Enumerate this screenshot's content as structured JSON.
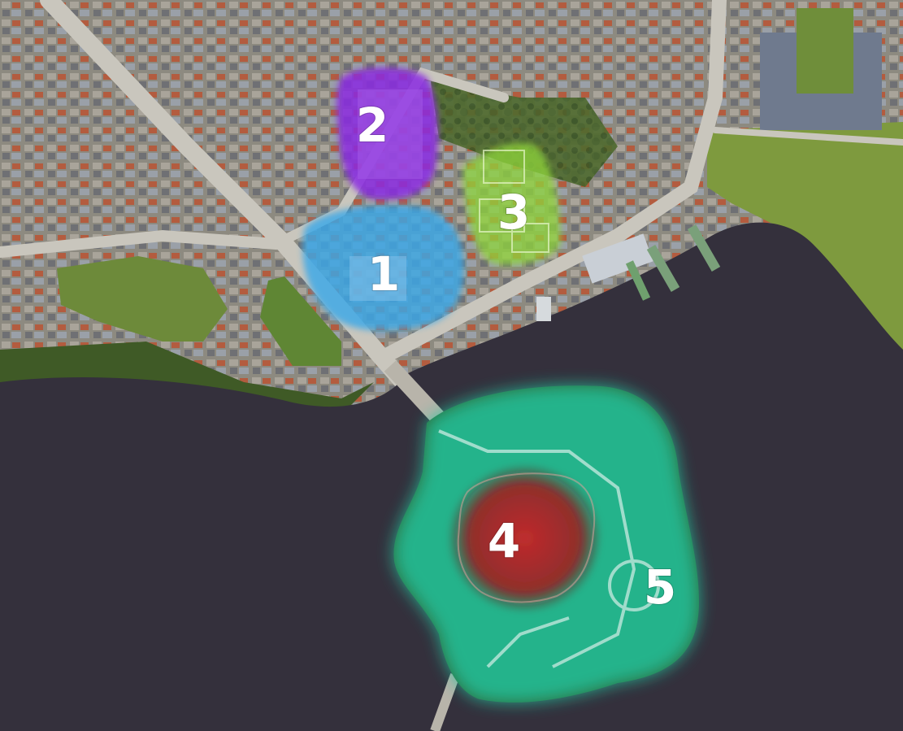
{
  "map": {
    "colors": {
      "water": "#34303c",
      "land_urban": "#8b8a80",
      "park": "#6e8c3c",
      "zone_1": "#3aa8e8",
      "zone_2": "#8a2be2",
      "zone_3": "#8fd63a",
      "zone_4": "#c0181c",
      "zone_5": "#23c6a0"
    },
    "zones": [
      {
        "id": "zone-1",
        "label": "1",
        "color": "#3aa8e8"
      },
      {
        "id": "zone-2",
        "label": "2",
        "color": "#8a2be2"
      },
      {
        "id": "zone-3",
        "label": "3",
        "color": "#8fd63a"
      },
      {
        "id": "zone-4",
        "label": "4",
        "color": "#c0181c"
      },
      {
        "id": "zone-5",
        "label": "5",
        "color": "#23c6a0"
      }
    ]
  }
}
